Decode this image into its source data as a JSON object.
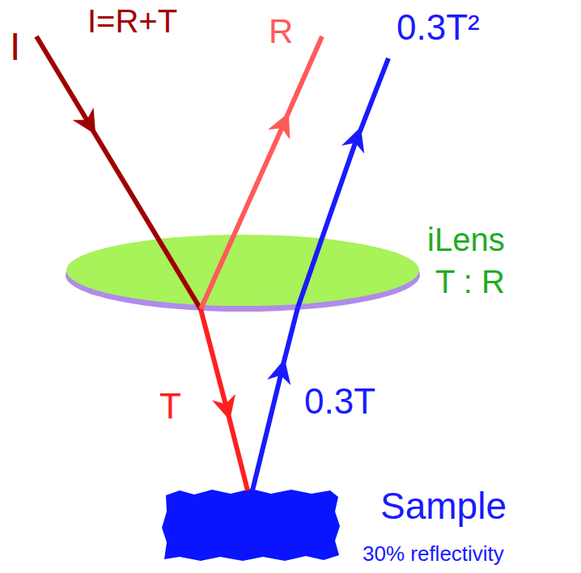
{
  "diagram": {
    "labels": [
      "I",
      "I=R+T",
      "R",
      "0.3T²",
      "iLens",
      "T : R",
      "T",
      "0.3T",
      "Sample",
      "30% reflectivity"
    ]
  }
}
